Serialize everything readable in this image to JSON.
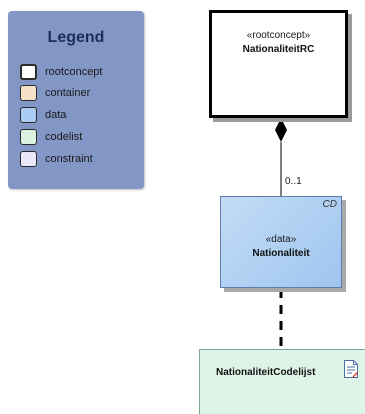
{
  "legend": {
    "title": "Legend",
    "items": [
      {
        "label": "rootconcept",
        "color": "#ffffff"
      },
      {
        "label": "container",
        "color": "#f8e1c9"
      },
      {
        "label": "data",
        "color": "#a9cef4"
      },
      {
        "label": "codelist",
        "color": "#d9f2e2"
      },
      {
        "label": "constraint",
        "color": "#e9e7fa"
      }
    ]
  },
  "root": {
    "stereotype": "«rootconcept»",
    "name": "NationaliteitRC"
  },
  "data_class": {
    "tag": "CD",
    "stereotype": "«data»",
    "name": "Nationaliteit"
  },
  "association": {
    "multiplicity": "0..1"
  },
  "codelist": {
    "name": "NationaliteitCodelijst",
    "icon": "document-icon"
  }
}
